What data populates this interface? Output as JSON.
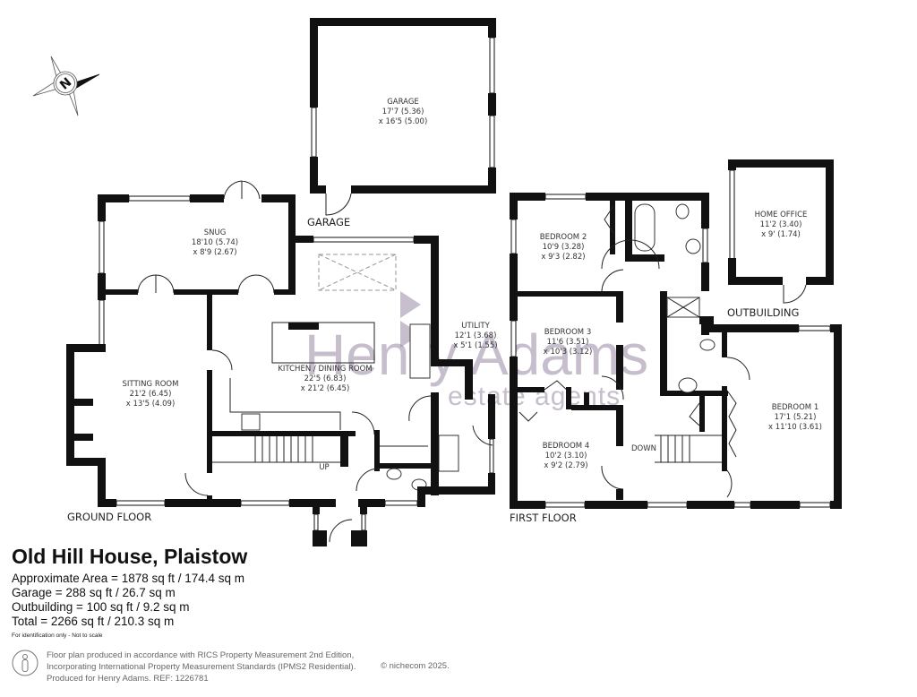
{
  "property": {
    "title": "Old Hill House, Plaistow",
    "areas": [
      "Approximate Area = 1878 sq ft / 174.4 sq m",
      "Garage = 288 sq ft / 26.7 sq m",
      "Outbuilding = 100 sq ft / 9.2 sq m",
      "Total = 2266 sq ft / 210.3 sq m"
    ],
    "note": "For identification only - Not to scale"
  },
  "footer": {
    "lines": [
      "Floor plan produced in accordance with RICS Property Measurement 2nd Edition,",
      "Incorporating International Property Measurement Standards (IPMS2 Residential).",
      "Produced for Henry Adams.   REF: 1226781"
    ],
    "copyright": "© nichecom 2025."
  },
  "watermark": {
    "brand": "Henry Adams",
    "sub": "estate agents",
    "color": "#9b8aa6"
  },
  "compass": {
    "label": "N",
    "icon": "north-compass-icon"
  },
  "floors": {
    "ground": {
      "label": "GROUND FLOOR"
    },
    "first": {
      "label": "FIRST FLOOR"
    },
    "garage": {
      "label": "GARAGE"
    },
    "outbuilding": {
      "label": "OUTBUILDING"
    }
  },
  "rooms": {
    "garage": {
      "name": "GARAGE",
      "dim1": "17'7 (5.36)",
      "dim2": "x 16'5 (5.00)"
    },
    "snug": {
      "name": "SNUG",
      "dim1": "18'10 (5.74)",
      "dim2": "x 8'9 (2.67)"
    },
    "sitting": {
      "name": "SITTING ROOM",
      "dim1": "21'2 (6.45)",
      "dim2": "x 13'5 (4.09)"
    },
    "kitchen": {
      "name": "KITCHEN / DINING ROOM",
      "dim1": "22'5 (6.83)",
      "dim2": "x 21'2 (6.45)"
    },
    "utility": {
      "name": "UTILITY",
      "dim1": "12'1 (3.68)",
      "dim2": "x 5'1 (1.55)"
    },
    "bed2": {
      "name": "BEDROOM 2",
      "dim1": "10'9 (3.28)",
      "dim2": "x 9'3 (2.82)"
    },
    "bed3": {
      "name": "BEDROOM 3",
      "dim1": "11'6 (3.51)",
      "dim2": "x 10'3 (3.12)"
    },
    "bed4": {
      "name": "BEDROOM 4",
      "dim1": "10'2 (3.10)",
      "dim2": "x 9'2 (2.79)"
    },
    "bed1": {
      "name": "BEDROOM 1",
      "dim1": "17'1 (5.21)",
      "dim2": "x 11'10 (3.61)"
    },
    "office": {
      "name": "HOME OFFICE",
      "dim1": "11'2 (3.40)",
      "dim2": "x 9' (1.74)"
    }
  },
  "stairs": {
    "up": "UP",
    "down": "DOWN"
  }
}
